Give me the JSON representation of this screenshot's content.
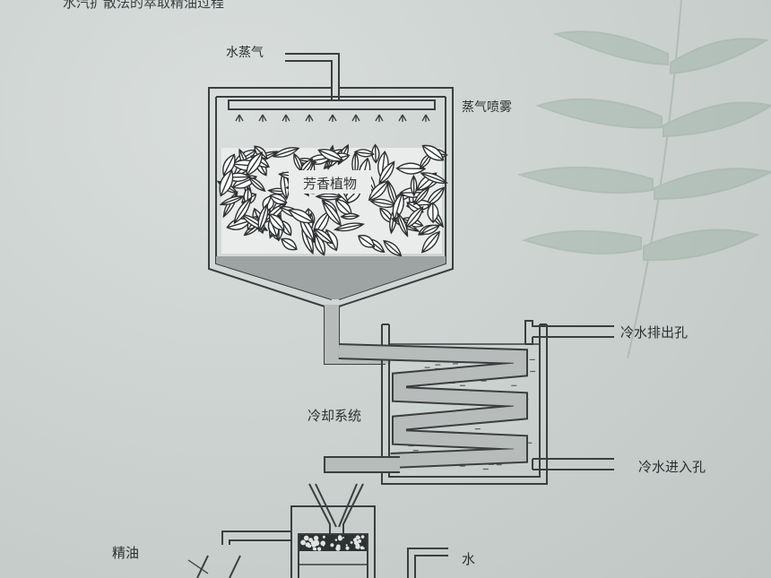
{
  "caption": "水汽扩散法的萃取精油过程",
  "labels": {
    "steam": "水蒸气",
    "spray": "蒸气喷雾",
    "plant": "芳香植物",
    "outlet": "冷水排出孔",
    "cooling": "冷却系统",
    "inlet": "冷水进入孔",
    "oil": "精油",
    "water": "水"
  }
}
